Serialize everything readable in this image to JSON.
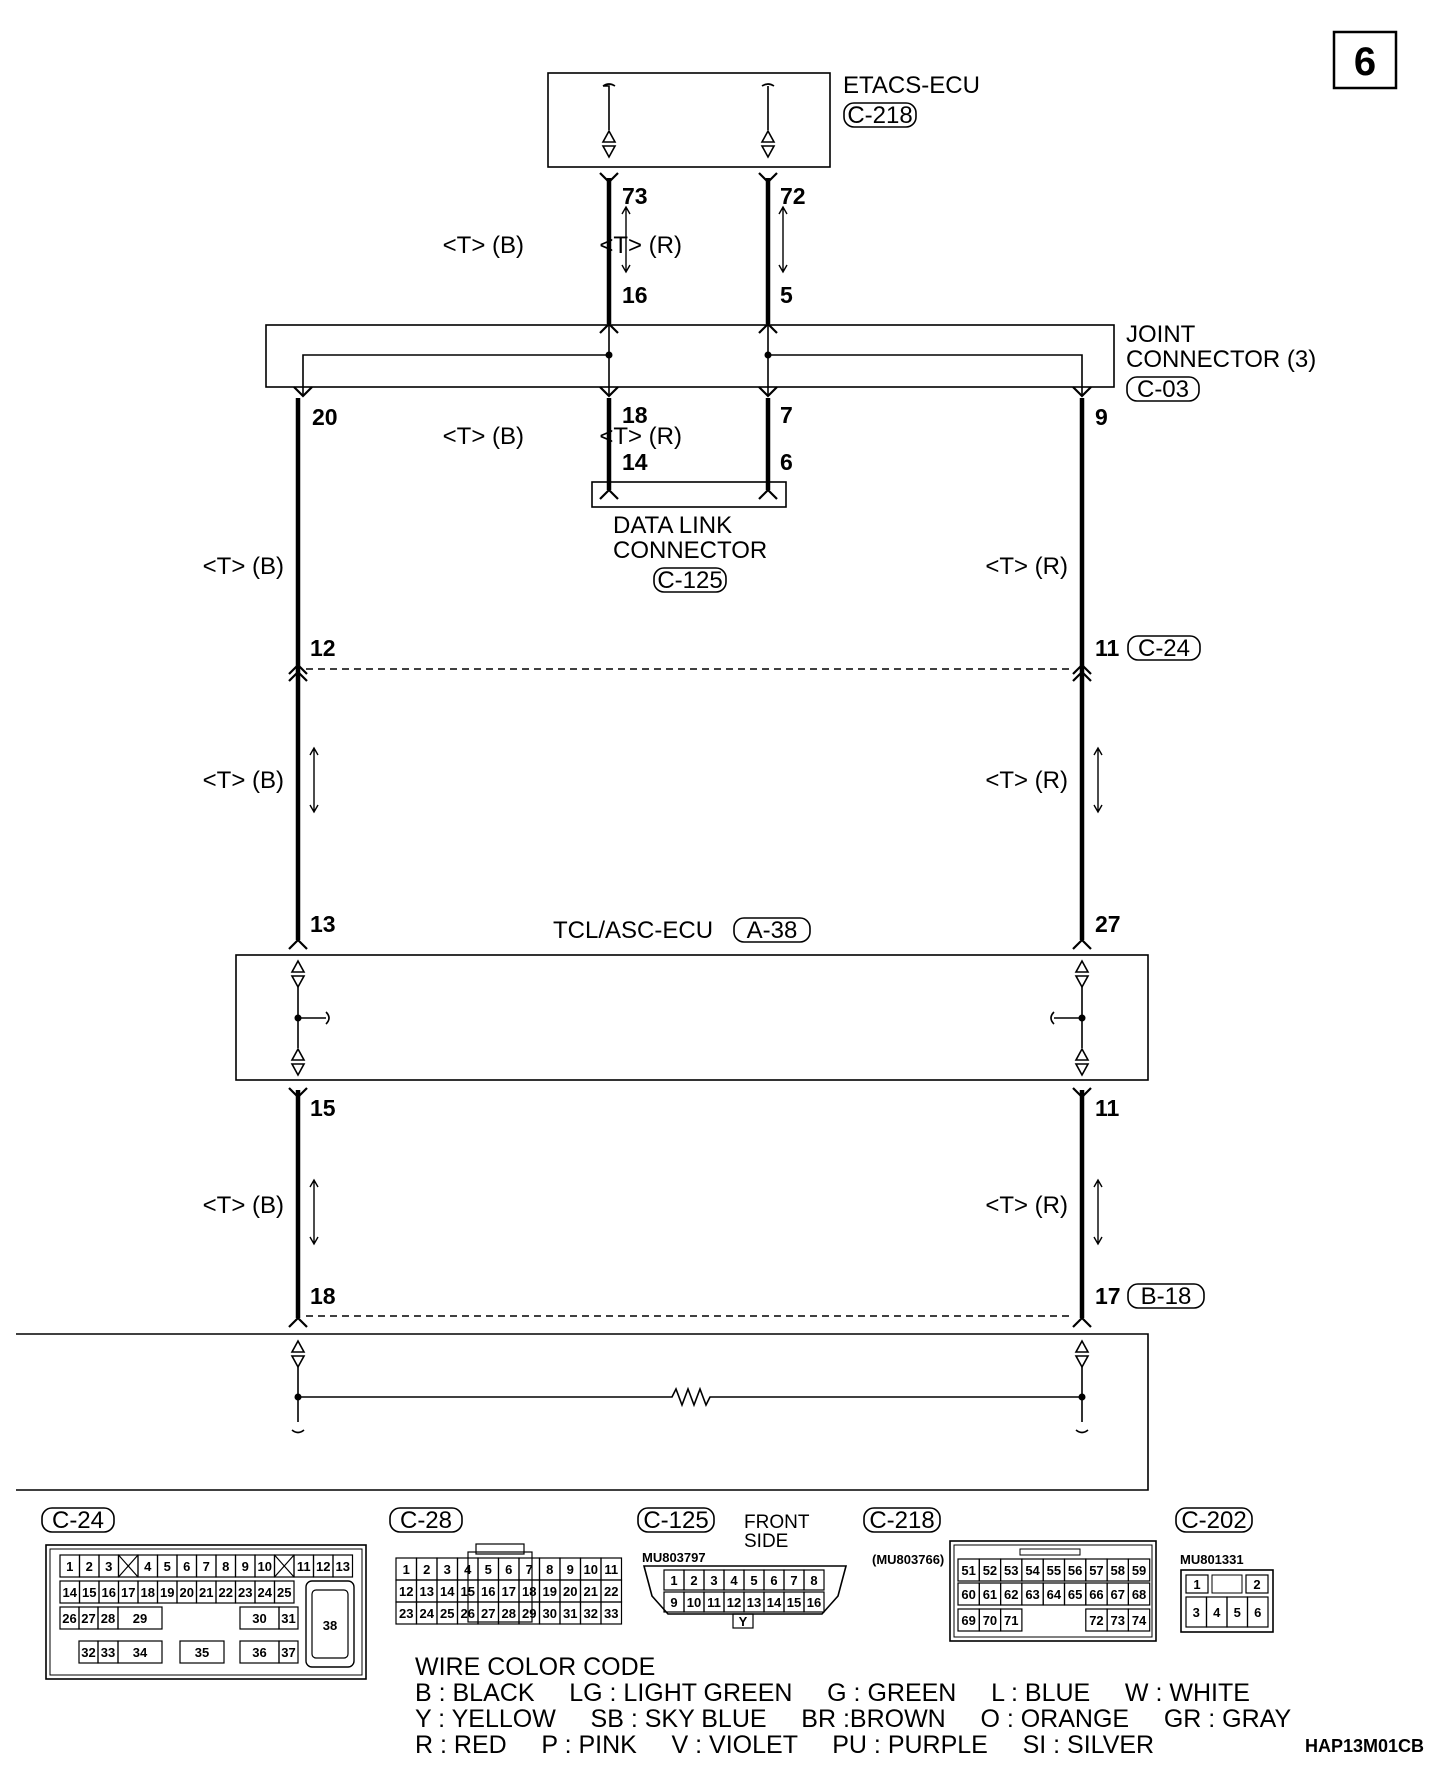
{
  "page_number": "6",
  "drawing_code": "HAP13M01CB",
  "components": {
    "etacs": {
      "name": "ETACS-ECU",
      "conn": "C-218",
      "pin_a": "73",
      "pin_b": "72"
    },
    "joint": {
      "name_line1": "JOINT",
      "name_line2": "CONNECTOR (3)",
      "conn": "C-03",
      "pin_in_a": "16",
      "pin_in_b": "5",
      "pin_left": "20",
      "pin_right": "9",
      "pin_dlc_a": "18",
      "pin_dlc_b": "7"
    },
    "dlc": {
      "name_line1": "DATA LINK",
      "name_line2": "CONNECTOR",
      "conn": "C-125",
      "pin_a": "14",
      "pin_b": "6"
    },
    "c24": {
      "conn": "C-24",
      "pin_left": "12",
      "pin_right": "11"
    },
    "tcl": {
      "name": "TCL/ASC-ECU",
      "conn": "A-38",
      "pin_top_left": "13",
      "pin_top_right": "27",
      "pin_bot_left": "15",
      "pin_bot_right": "11"
    },
    "b18": {
      "conn": "B-18",
      "pin_left": "18",
      "pin_right": "17"
    }
  },
  "wire_labels": {
    "black": "<T> (B)",
    "red": "<T> (R)"
  },
  "connector_views": {
    "c24": {
      "title": "C-24",
      "row1": [
        "1",
        "2",
        "3",
        "4",
        "5",
        "6",
        "7",
        "8",
        "9",
        "10",
        "11",
        "12",
        "13"
      ],
      "row2": [
        "14",
        "15",
        "16",
        "17",
        "18",
        "19",
        "20",
        "21",
        "22",
        "23",
        "24",
        "25"
      ],
      "row3": [
        "26",
        "27",
        "28",
        "29",
        "30",
        "31"
      ],
      "row4": [
        "32",
        "33",
        "34",
        "35",
        "36",
        "37"
      ],
      "big": "38"
    },
    "c28": {
      "title": "C-28",
      "row1": [
        "1",
        "2",
        "3",
        "4",
        "5",
        "6",
        "7",
        "8",
        "9",
        "10",
        "11"
      ],
      "row2": [
        "12",
        "13",
        "14",
        "15",
        "16",
        "17",
        "18",
        "19",
        "20",
        "21",
        "22"
      ],
      "row3": [
        "23",
        "24",
        "25",
        "26",
        "27",
        "28",
        "29",
        "30",
        "31",
        "32",
        "33"
      ]
    },
    "c125": {
      "title": "C-125",
      "part": "MU803797",
      "side_line1": "FRONT",
      "side_line2": "SIDE",
      "row1": [
        "1",
        "2",
        "3",
        "4",
        "5",
        "6",
        "7",
        "8"
      ],
      "row2": [
        "9",
        "10",
        "11",
        "12",
        "13",
        "14",
        "15",
        "16"
      ],
      "key": "Y"
    },
    "c218": {
      "title": "C-218",
      "part": "(MU803766)",
      "row1": [
        "51",
        "52",
        "53",
        "54",
        "55",
        "56",
        "57",
        "58",
        "59"
      ],
      "row2": [
        "60",
        "61",
        "62",
        "63",
        "64",
        "65",
        "66",
        "67",
        "68"
      ],
      "row3": [
        "69",
        "70",
        "71",
        "72",
        "73",
        "74"
      ]
    },
    "c202": {
      "title": "C-202",
      "part": "MU801331",
      "row1": [
        "1",
        "2"
      ],
      "row2": [
        "3",
        "4",
        "5",
        "6"
      ]
    }
  },
  "wire_color_code": {
    "title": "WIRE COLOR CODE",
    "line1": "B : BLACK     LG : LIGHT GREEN     G : GREEN     L : BLUE     W : WHITE",
    "line2": "Y : YELLOW     SB : SKY BLUE     BR :BROWN     O : ORANGE     GR : GRAY",
    "line3": "R : RED     P : PINK     V : VIOLET     PU : PURPLE     SI : SILVER"
  }
}
